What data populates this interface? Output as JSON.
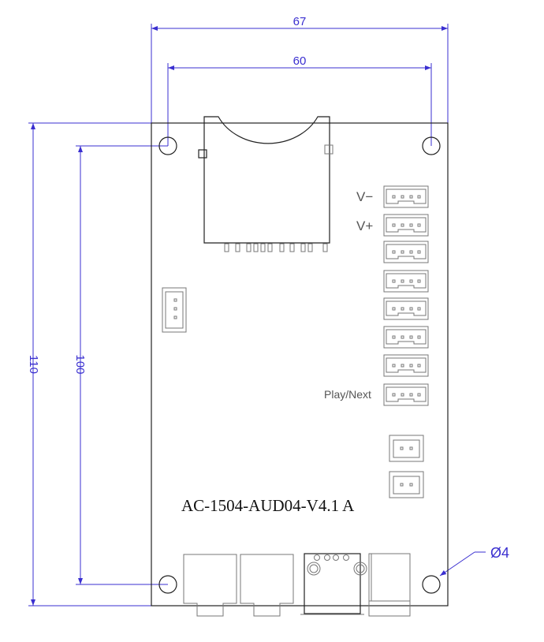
{
  "dimensions": {
    "width_outer": "67",
    "width_holes": "60",
    "height_outer": "110",
    "height_holes": "100",
    "hole_diameter": "Ø4"
  },
  "connector_labels": {
    "v_minus": "V−",
    "v_plus": "V+",
    "play_next": "Play/Next"
  },
  "board_label": "AC-1504-AUD04-V4.1 A",
  "colors": {
    "dimension": "#3a2fd0",
    "outline": "#222222"
  }
}
